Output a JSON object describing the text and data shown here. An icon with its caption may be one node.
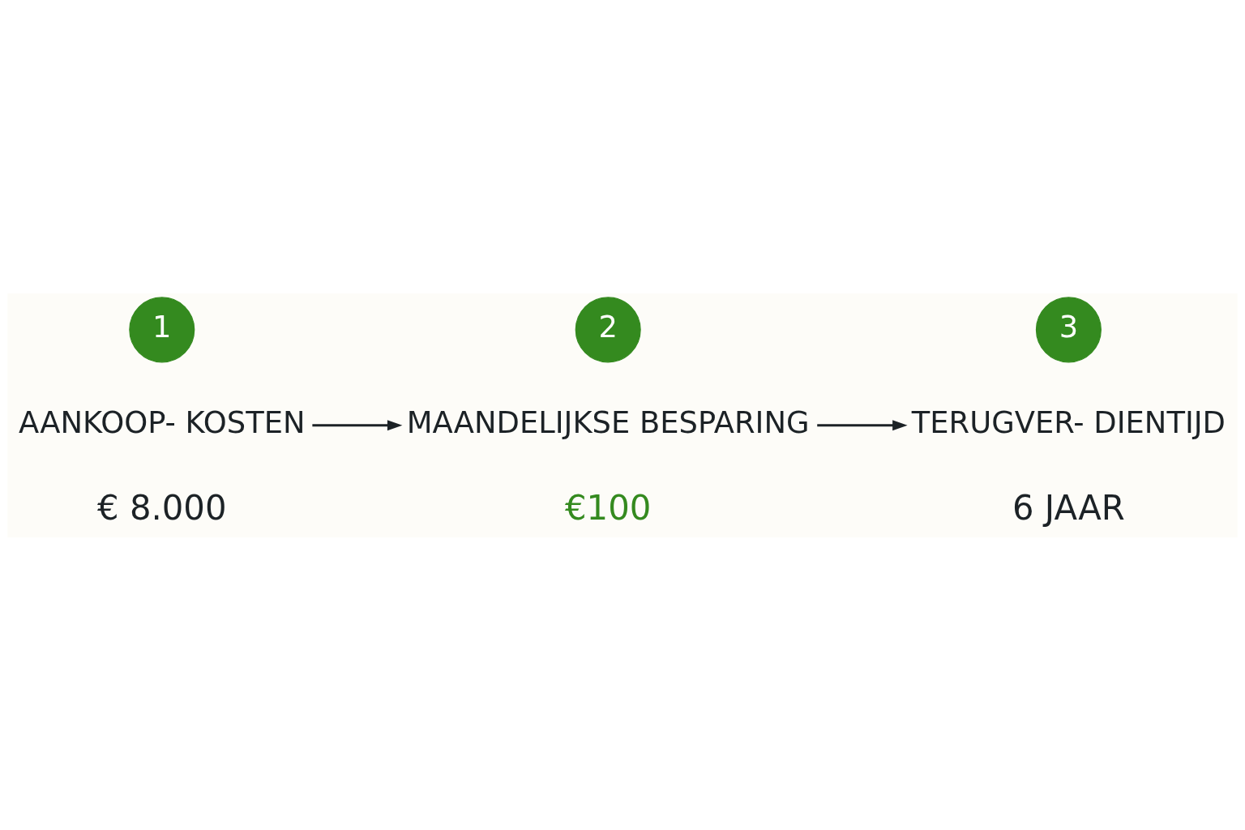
{
  "diagram": {
    "nodes": [
      {
        "text": [
          "1"
        ]
      },
      {
        "text": [
          "2"
        ]
      },
      {
        "text": [
          "3"
        ]
      },
      {
        "text": [
          "AANKOOP- KOSTEN"
        ],
        "beside": [
          "€ 8.000"
        ]
      },
      {
        "text": [
          "MAANDELIJKSE BESPARING"
        ],
        "beside": [
          "€100"
        ]
      },
      {
        "text": [
          "TERUGVER- DIENTIJD"
        ],
        "beside": [
          "6 JAAR"
        ]
      }
    ],
    "edges": [
      {
        "from": 3,
        "to": 4,
        "arrow": "to"
      },
      {
        "from": 4,
        "to": 5,
        "arrow": "to"
      }
    ]
  }
}
